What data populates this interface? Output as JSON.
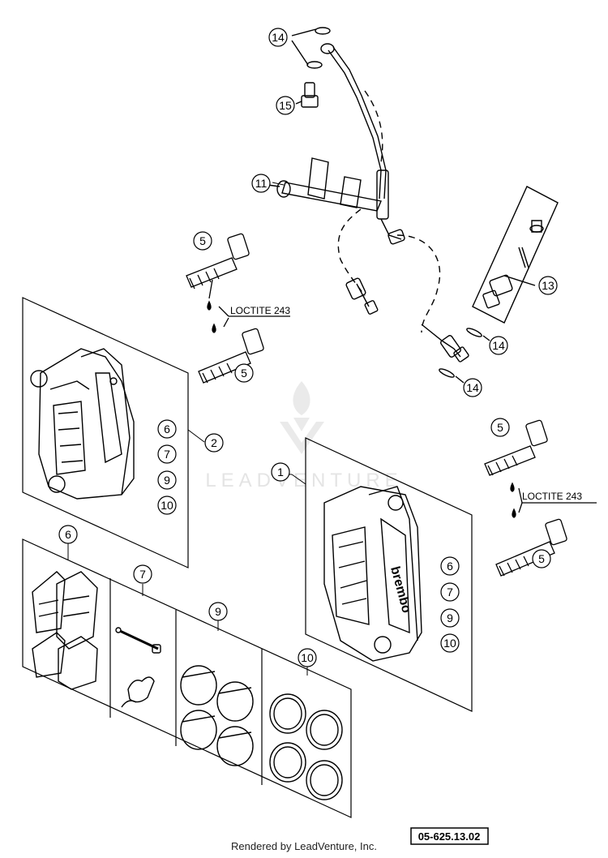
{
  "callouts": {
    "c1": "1",
    "c2": "2",
    "c5a": "5",
    "c5b": "5",
    "c5c": "5",
    "c5d": "5",
    "c6a": "6",
    "c6b": "6",
    "c6c": "6",
    "c7a": "7",
    "c7b": "7",
    "c7c": "7",
    "c9a": "9",
    "c9b": "9",
    "c9c": "9",
    "c10a": "10",
    "c10b": "10",
    "c10c": "10",
    "c11": "11",
    "c13": "13",
    "c14a": "14",
    "c14b": "14",
    "c14c": "14",
    "c15": "15"
  },
  "labels": {
    "loctite_left": "LOCTITE 243",
    "loctite_right": "LOCTITE 243",
    "caliper_brand": "brembo",
    "diagram_code": "05-625.13.02",
    "watermark": "LEADVENTURE"
  },
  "footer": {
    "rendered_by": "Rendered by LeadVenture, Inc."
  }
}
